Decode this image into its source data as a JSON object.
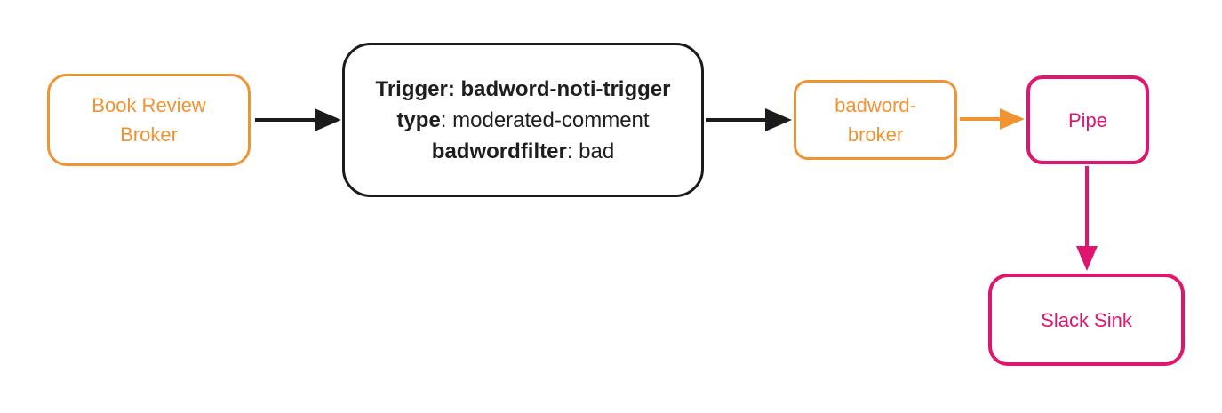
{
  "diagram": {
    "type": "event-flow",
    "nodes": {
      "book_review_broker": {
        "label": "Book Review Broker",
        "color": "orange"
      },
      "trigger": {
        "color": "black",
        "lines": [
          {
            "bold": "Trigger: badword-noti-trigger",
            "normal": ""
          },
          {
            "bold": "type",
            "normal": ": moderated-comment"
          },
          {
            "bold": "badwordfilter",
            "normal": ": bad"
          }
        ]
      },
      "badword_broker": {
        "label": "badword-broker",
        "color": "orange"
      },
      "pipe": {
        "label": "Pipe",
        "color": "pink"
      },
      "slack_sink": {
        "label": "Slack Sink",
        "color": "pink"
      }
    },
    "edges": [
      {
        "from": "book_review_broker",
        "to": "trigger",
        "color": "black",
        "direction": "right"
      },
      {
        "from": "trigger",
        "to": "badword_broker",
        "color": "black",
        "direction": "right"
      },
      {
        "from": "badword_broker",
        "to": "pipe",
        "color": "orange",
        "direction": "right"
      },
      {
        "from": "pipe",
        "to": "slack_sink",
        "color": "pink",
        "direction": "down"
      }
    ],
    "colors": {
      "orange": "#F09433",
      "pink": "#DE166E",
      "ink": "#1B1B1B",
      "background": "#FFFFFF"
    }
  }
}
